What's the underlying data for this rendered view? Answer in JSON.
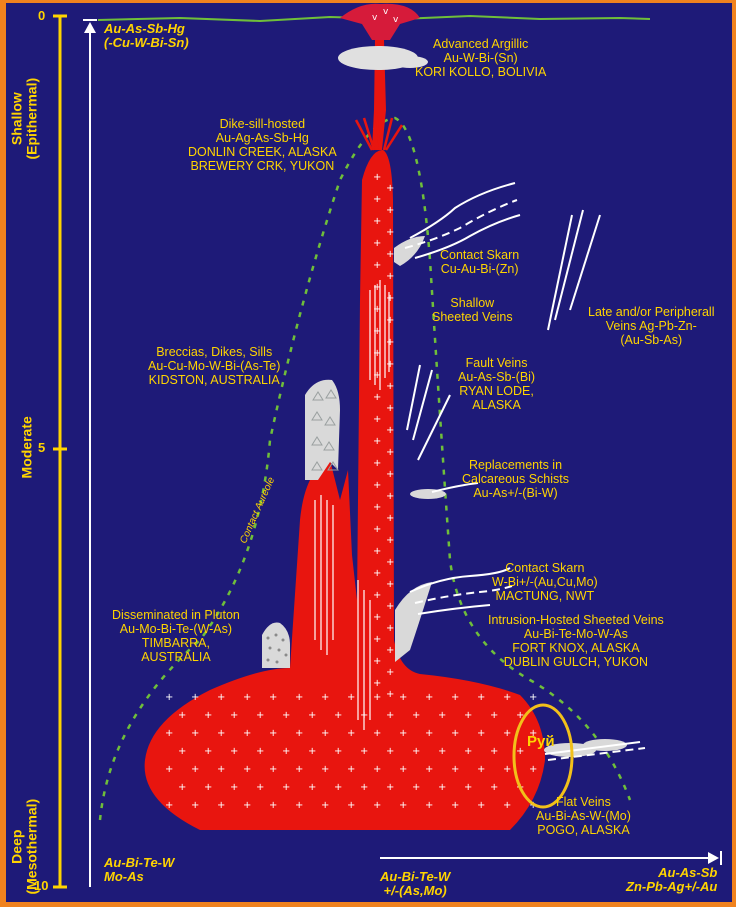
{
  "depth_axis": {
    "ticks": [
      "0",
      "5",
      "10"
    ],
    "zones": [
      {
        "top": "Shallow",
        "bottom": "(Epithermal)"
      },
      {
        "top": "Moderate",
        "bottom": ""
      },
      {
        "top": "Deep",
        "bottom": "(Mesothermal)"
      }
    ]
  },
  "top_left_metals": [
    "Au-As-Sb-Hg",
    "(-Cu-W-Bi-Sn)"
  ],
  "bottom_left_metals": [
    "Au-Bi-Te-W",
    "Mo-As"
  ],
  "bottom_center_metals": [
    "Au-Bi-Te-W",
    "+/-(As,Mo)"
  ],
  "bottom_right_metals": [
    "Au-As-Sb",
    "Zn-Pb-Ag+/-Au"
  ],
  "contact_aureole": "Contact Aureole",
  "highlight_label": "Руй",
  "deposits": {
    "advanced_argillic": [
      "Advanced Argillic",
      "Au-W-Bi-(Sn)",
      "KORI KOLLO, BOLIVIA"
    ],
    "dike_sill": [
      "Dike-sill-hosted",
      "Au-Ag-As-Sb-Hg",
      "DONLIN CREEK, ALASKA",
      "BREWERY CRK, YUKON"
    ],
    "contact_skarn_shallow": [
      "Contact Skarn",
      "Cu-Au-Bi-(Zn)"
    ],
    "shallow_sheeted": [
      "Shallow",
      "Sheeted Veins"
    ],
    "late_peripheral": [
      "Late and/or Peripherall",
      "Veins Ag-Pb-Zn-",
      "(Au-Sb-As)"
    ],
    "breccias": [
      "Breccias, Dikes, Sills",
      "Au-Cu-Mo-W-Bi-(As-Te)",
      "KIDSTON, AUSTRALIA"
    ],
    "fault_veins": [
      "Fault Veins",
      "Au-As-Sb-(Bi)",
      "RYAN LODE,",
      "ALASKA"
    ],
    "replacements": [
      "Replacements in",
      "Calcareous Schists",
      "Au-As+/-(Bi-W)"
    ],
    "contact_skarn_deep": [
      "Contact Skarn",
      "W-Bi+/-(Au,Cu,Mo)",
      "MACTUNG, NWT"
    ],
    "intrusion_hosted": [
      "Intrusion-Hosted Sheeted Veins",
      "Au-Bi-Te-Mo-W-As",
      "FORT KNOX, ALASKA",
      "DUBLIN GULCH, YUKON"
    ],
    "disseminated": [
      "Disseminated in Pluton",
      "Au-Mo-Bi-Te-(W-As)",
      "TIMBARRA,",
      "AUSTRALIA"
    ],
    "flat_veins": [
      "Flat  Veins",
      "Au-Bi-As-W-(Mo)",
      "POGO, ALASKA"
    ]
  },
  "colors": {
    "background": "#1e1a78",
    "pluton": "#e8150f",
    "text": "#ffd400",
    "aureole": "#6fbf3a",
    "frame": "#f0821e",
    "highlight": "#f2c01a"
  }
}
